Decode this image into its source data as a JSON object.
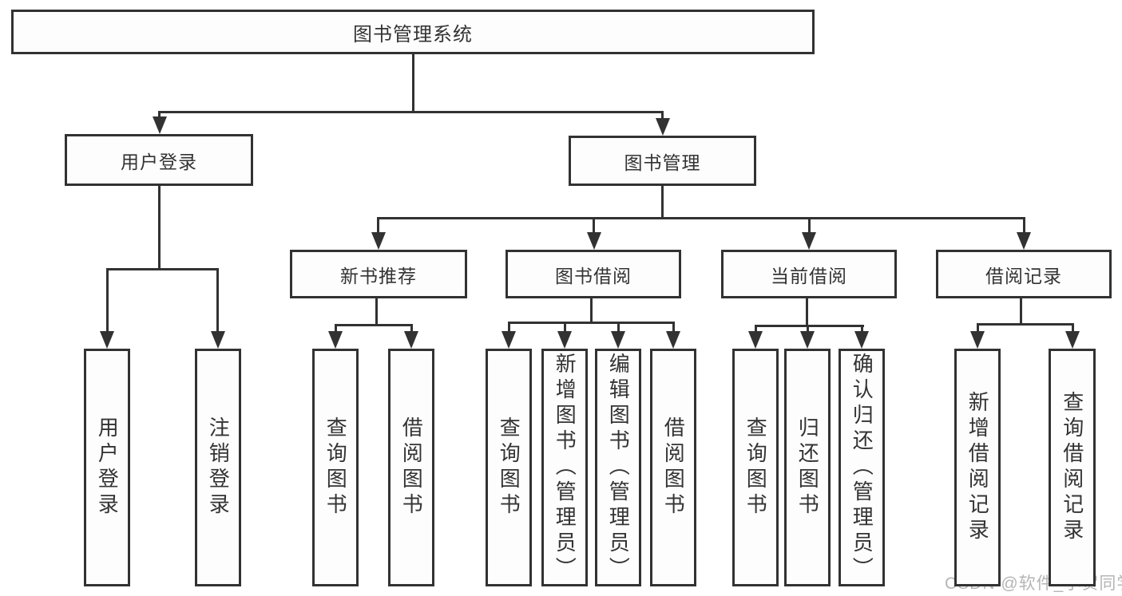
{
  "title": "图书管理系统",
  "watermark": "CSDN @软件_小贺同学",
  "colors": {
    "line": "#323232",
    "text": "#333333",
    "watermark": "#b5b5b5",
    "background": "#ffffff"
  },
  "nodes": [
    {
      "id": "system",
      "label": "图书管理系统",
      "parent": null
    },
    {
      "id": "user-login",
      "label": "用户登录",
      "parent": "system"
    },
    {
      "id": "book-mgmt",
      "label": "图书管理",
      "parent": "system"
    },
    {
      "id": "do-login",
      "label": "用户登录",
      "parent": "user-login"
    },
    {
      "id": "do-logout",
      "label": "注销登录",
      "parent": "user-login"
    },
    {
      "id": "new-book-rec",
      "label": "新书推荐",
      "parent": "book-mgmt"
    },
    {
      "id": "book-borrow",
      "label": "图书借阅",
      "parent": "book-mgmt"
    },
    {
      "id": "current-borrow",
      "label": "当前借阅",
      "parent": "book-mgmt"
    },
    {
      "id": "borrow-records",
      "label": "借阅记录",
      "parent": "book-mgmt"
    },
    {
      "id": "rec-query-books",
      "label": "查询图书",
      "parent": "new-book-rec"
    },
    {
      "id": "rec-borrow-books",
      "label": "借阅图书",
      "parent": "new-book-rec"
    },
    {
      "id": "bb-query-books",
      "label": "查询图书",
      "parent": "book-borrow"
    },
    {
      "id": "bb-add-books-admin",
      "label": "新增图书（管理员）",
      "parent": "book-borrow"
    },
    {
      "id": "bb-edit-books-admin",
      "label": "编辑图书（管理员）",
      "parent": "book-borrow"
    },
    {
      "id": "bb-borrow-books",
      "label": "借阅图书",
      "parent": "book-borrow"
    },
    {
      "id": "cb-query-books",
      "label": "查询图书",
      "parent": "current-borrow"
    },
    {
      "id": "cb-return-books",
      "label": "归还图书",
      "parent": "current-borrow"
    },
    {
      "id": "cb-confirm-return-admin",
      "label": "确认归还（管理员）",
      "parent": "current-borrow"
    },
    {
      "id": "br-add-record",
      "label": "新增借阅记录",
      "parent": "borrow-records"
    },
    {
      "id": "br-query-record",
      "label": "查询借阅记录",
      "parent": "borrow-records"
    }
  ]
}
